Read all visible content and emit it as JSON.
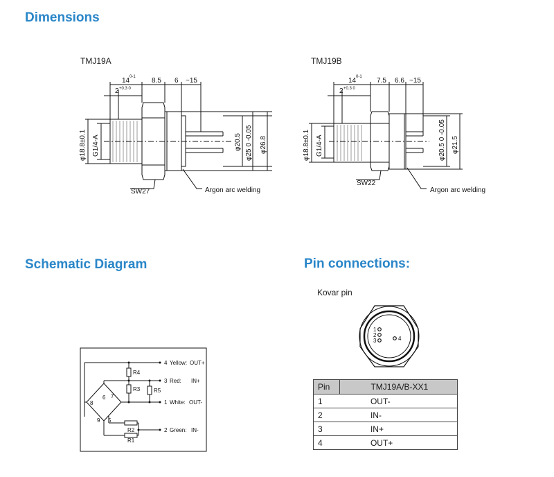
{
  "headings": {
    "dimensions": "Dimensions",
    "schematic": "Schematic Diagram",
    "pins": "Pin connections:"
  },
  "dim_a": {
    "model": "TMJ19A",
    "top_dims": [
      "14",
      "8.5",
      "6",
      "~15"
    ],
    "tol_14": "0-1",
    "dim_2": "2",
    "tol_2": "+0.3 0",
    "left_dims": [
      "φ18.8±0.1",
      "G1/4-A"
    ],
    "right_dims": [
      "φ20.5",
      "φ25 0 -0.05",
      "φ26.8"
    ],
    "wrench": "SW27",
    "weld": "Argon arc welding"
  },
  "dim_b": {
    "model": "TMJ19B",
    "top_dims": [
      "14",
      "7.5",
      "6.6",
      "~15"
    ],
    "tol_14": "0-1",
    "dim_2": "2",
    "tol_2": "+0.3 0",
    "left_dims": [
      "φ18.8±0.1",
      "G1/4-A"
    ],
    "right_dims": [
      "φ20.5 0 -0.05",
      "φ21.5"
    ],
    "wrench": "SW22",
    "weld": "Argon arc welding"
  },
  "schematic": {
    "resistors": [
      "R4",
      "R3",
      "R5",
      "R2",
      "R1"
    ],
    "nodes": [
      "6",
      "7",
      "8",
      "9",
      "5"
    ],
    "outputs": [
      {
        "num": "4",
        "color": "Yellow:",
        "signal": "OUT+"
      },
      {
        "num": "3",
        "color": "Red:",
        "signal": "IN+"
      },
      {
        "num": "1",
        "color": "White:",
        "signal": "OUT-"
      },
      {
        "num": "2",
        "color": "Green:",
        "signal": "IN-"
      }
    ]
  },
  "pin_view": {
    "caption": "Kovar pin",
    "pin_numbers": [
      "1",
      "2",
      "3",
      "4"
    ]
  },
  "pin_table": {
    "headers": [
      "Pin",
      "TMJ19A/B-XX1"
    ],
    "rows": [
      [
        "1",
        "OUT-"
      ],
      [
        "2",
        "IN-"
      ],
      [
        "3",
        "IN+"
      ],
      [
        "4",
        "OUT+"
      ]
    ]
  }
}
